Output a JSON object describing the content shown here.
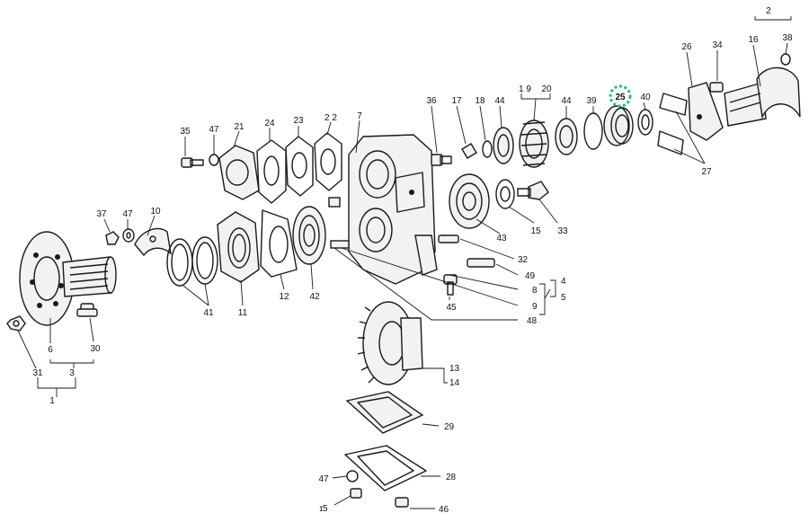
{
  "callouts": {
    "c1": "1",
    "c2": "2",
    "c3": "3",
    "c4": "4",
    "c5": "5",
    "c6": "6",
    "c7": "7",
    "c8": "8",
    "c9": "9",
    "c10": "10",
    "c11": "11",
    "c12": "12",
    "c13": "13",
    "c14": "14",
    "c15a": "15",
    "c15b": "ɪ5",
    "c16": "16",
    "c17": "17",
    "c18": "18",
    "c19": "1 9",
    "c20": "20",
    "c21": "21",
    "c22": "2 2",
    "c23": "23",
    "c24": "24",
    "c25": "25",
    "c26": "26",
    "c27": "27",
    "c28": "28",
    "c29": "29",
    "c30": "30",
    "c31": "31",
    "c32": "32",
    "c33": "33",
    "c34": "34",
    "c35": "35",
    "c36": "36",
    "c37": "37",
    "c38": "38",
    "c39": "39",
    "c40": "40",
    "c41": "41",
    "c42": "42",
    "c43": "43",
    "c44a": "44",
    "c44b": "44",
    "c45": "45",
    "c46": "46",
    "c47a": "47",
    "c47b": "47",
    "c47c": "47",
    "c48": "48",
    "c49": "49"
  },
  "highlight": {
    "callout": "25",
    "color": "#22c07a"
  },
  "icons": [
    "gear-icon",
    "bearing-icon",
    "flange-icon",
    "bolt-icon",
    "gasket-icon",
    "yoke-icon",
    "housing-icon"
  ]
}
